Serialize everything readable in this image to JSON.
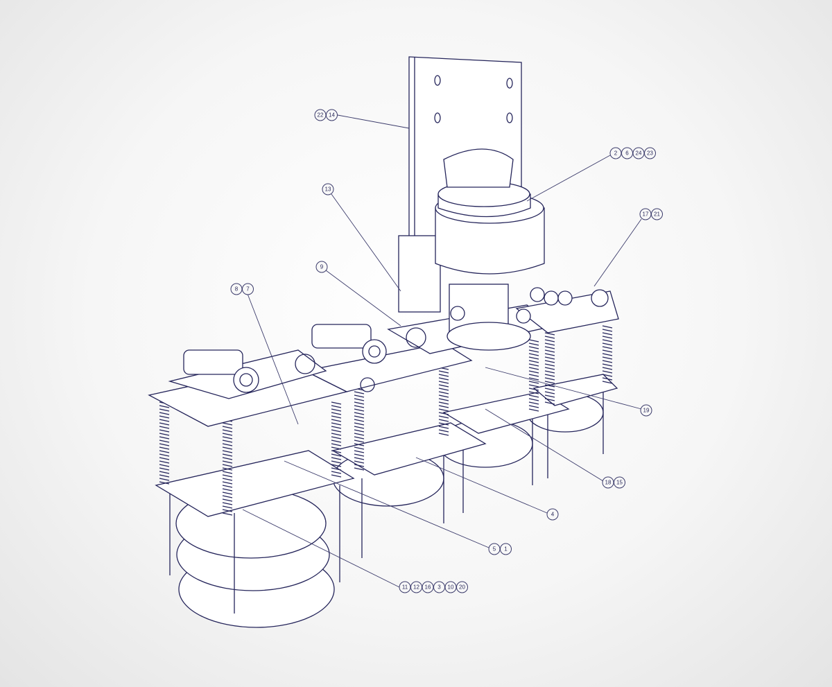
{
  "callouts": [
    {
      "id": "c1",
      "labels": [
        "22",
        "14"
      ]
    },
    {
      "id": "c2",
      "labels": [
        "2",
        "6",
        "24",
        "23"
      ]
    },
    {
      "id": "c3",
      "labels": [
        "17",
        "21"
      ]
    },
    {
      "id": "c4",
      "labels": [
        "13"
      ]
    },
    {
      "id": "c5",
      "labels": [
        "9"
      ]
    },
    {
      "id": "c6",
      "labels": [
        "8",
        "7"
      ]
    },
    {
      "id": "c7",
      "labels": [
        "19"
      ]
    },
    {
      "id": "c8",
      "labels": [
        "18",
        "15"
      ]
    },
    {
      "id": "c9",
      "labels": [
        "4"
      ]
    },
    {
      "id": "c10",
      "labels": [
        "5",
        "1"
      ]
    },
    {
      "id": "c11",
      "labels": [
        "11",
        "12",
        "16",
        "3",
        "10",
        "20"
      ]
    }
  ],
  "colors": {
    "line": "#24245a",
    "background": "#f4f4f4"
  }
}
